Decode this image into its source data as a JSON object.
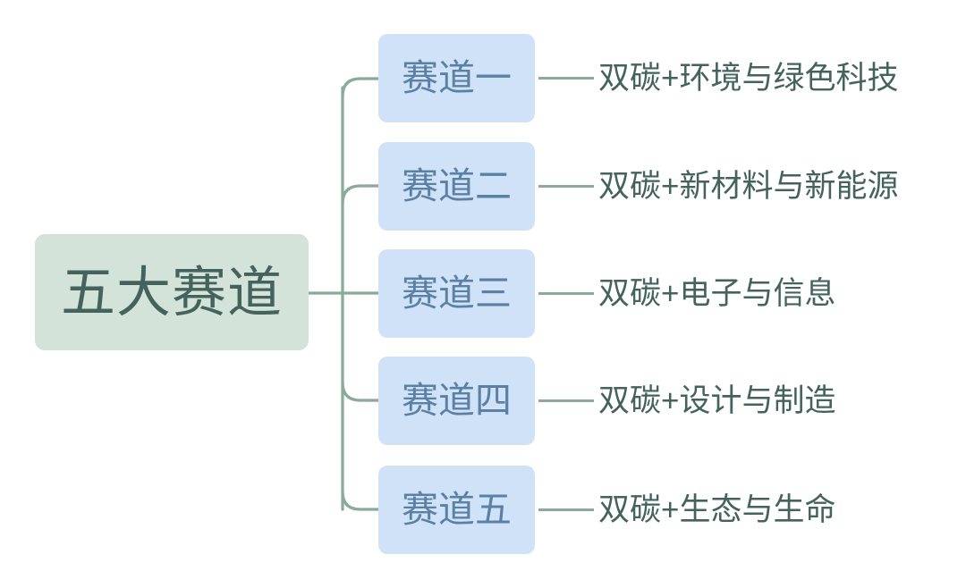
{
  "diagram": {
    "type": "mind-map",
    "title": "五大赛道",
    "root": {
      "label": "五大赛道",
      "background": "#d3e3da",
      "text_color": "#44635c"
    },
    "branch_style": {
      "background": "#cfe2f7",
      "text_color": "#5b80a3",
      "connector_color": "#8aaa9c"
    },
    "branches": [
      {
        "node": "赛道一",
        "leaf": "双碳+环境与绿色科技"
      },
      {
        "node": "赛道二",
        "leaf": "双碳+新材料与新能源"
      },
      {
        "node": "赛道三",
        "leaf": "双碳+电子与信息"
      },
      {
        "node": "赛道四",
        "leaf": "双碳+设计与制造"
      },
      {
        "node": "赛道五",
        "leaf": "双碳+生态与生命"
      }
    ]
  }
}
